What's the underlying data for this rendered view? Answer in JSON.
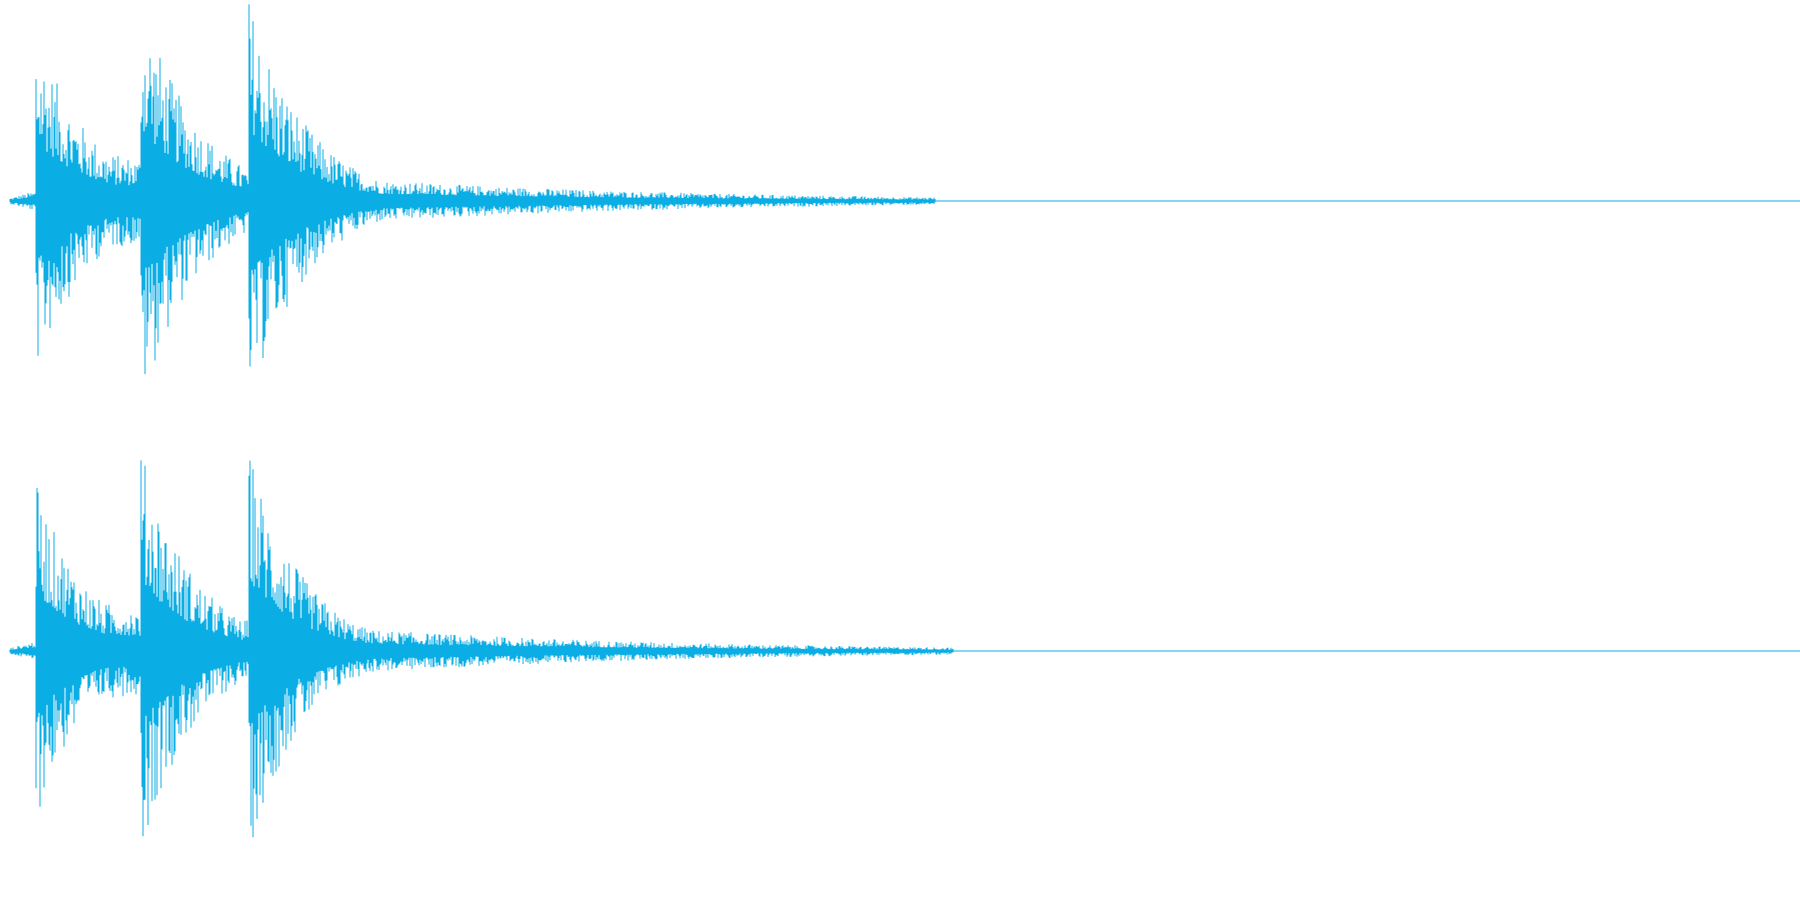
{
  "colors": {
    "background": "#ffffff",
    "waveform": "#0aaee4"
  },
  "waveform": {
    "channels": [
      {
        "name": "",
        "onsets": [
          0.02,
          0.078,
          0.138
        ],
        "decay": 2.6,
        "peak_amplitude": 0.98,
        "tail_end": 0.52
      },
      {
        "name": "",
        "onsets": [
          0.02,
          0.078,
          0.138
        ],
        "decay": 2.8,
        "peak_amplitude": 0.97,
        "tail_end": 0.53
      }
    ]
  }
}
